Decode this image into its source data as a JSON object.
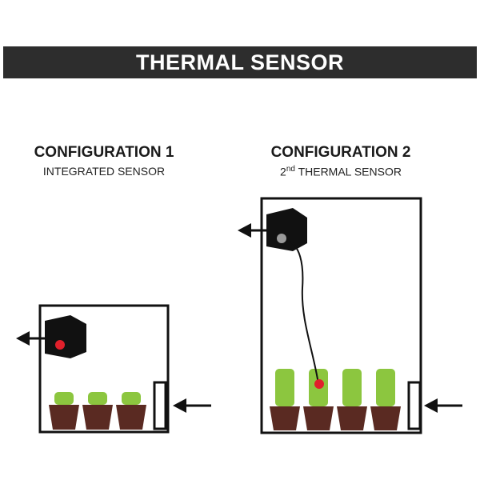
{
  "header": {
    "title": "THERMAL SENSOR"
  },
  "config1": {
    "title": "CONFIGURATION 1",
    "subtitle": "INTEGRATED SENSOR"
  },
  "config2": {
    "title": "CONFIGURATION 2",
    "subtitle_ordinal": "2",
    "subtitle_suffix": "nd",
    "subtitle_rest": " THERMAL SENSOR"
  },
  "colors": {
    "banner": "#2d2d2d",
    "outline": "#111111",
    "plant": "#8cc63f",
    "pot": "#5a2a22",
    "sensor_active": "#e0202b",
    "sensor_inactive": "#9a9a9a"
  },
  "icons": [
    "arrow-left-icon",
    "fan-unit-icon",
    "sensor-dot-icon",
    "vent-icon",
    "plant-icon",
    "pot-icon"
  ]
}
